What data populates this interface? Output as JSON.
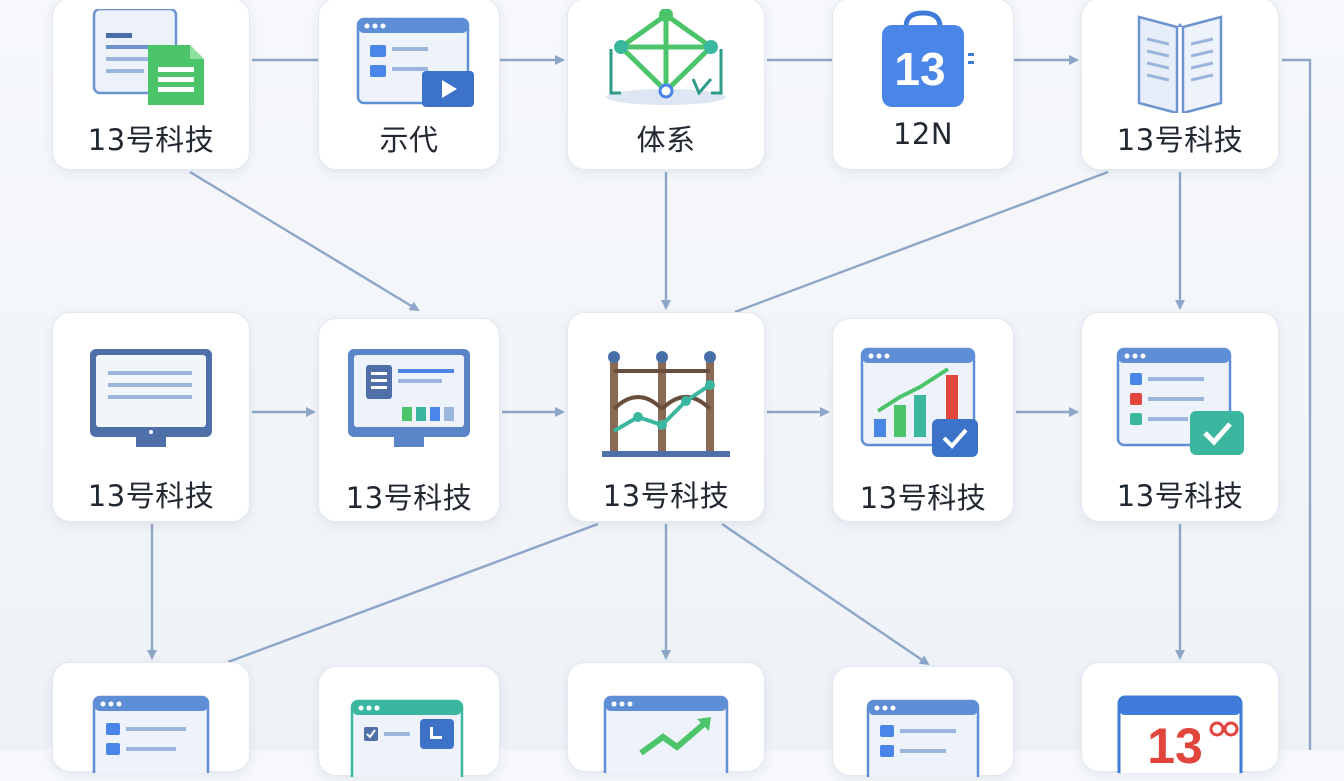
{
  "nodes": [
    {
      "label": "13号科技",
      "icon": "document-spreadsheet-icon"
    },
    {
      "label": "示代",
      "icon": "video-window-icon"
    },
    {
      "label": "体系",
      "icon": "network-structure-icon"
    },
    {
      "label": "12N",
      "icon": "calendar-13-icon",
      "icon_text": "13"
    },
    {
      "label": "13号科技",
      "icon": "book-icon"
    },
    {
      "label": "13号科技",
      "icon": "monitor-icon"
    },
    {
      "label": "13号科技",
      "icon": "monitor-dashboard-icon"
    },
    {
      "label": "13号科技",
      "icon": "scaffold-chart-icon"
    },
    {
      "label": "13号科技",
      "icon": "bar-chart-check-icon"
    },
    {
      "label": "13号科技",
      "icon": "checklist-window-icon"
    },
    {
      "label": "",
      "icon": "list-window-icon"
    },
    {
      "label": "",
      "icon": "tasks-window-icon"
    },
    {
      "label": "",
      "icon": "growth-chart-window-icon"
    },
    {
      "label": "",
      "icon": "form-window-icon"
    },
    {
      "label": "",
      "icon": "calendar-window-icon",
      "icon_text": "13"
    }
  ],
  "colors": {
    "arrow": "#8ea6c8",
    "blue": "#4a86e8",
    "green": "#4cc46a",
    "teal": "#3bb7a0",
    "red": "#e2453c",
    "brown": "#7a5a45"
  }
}
